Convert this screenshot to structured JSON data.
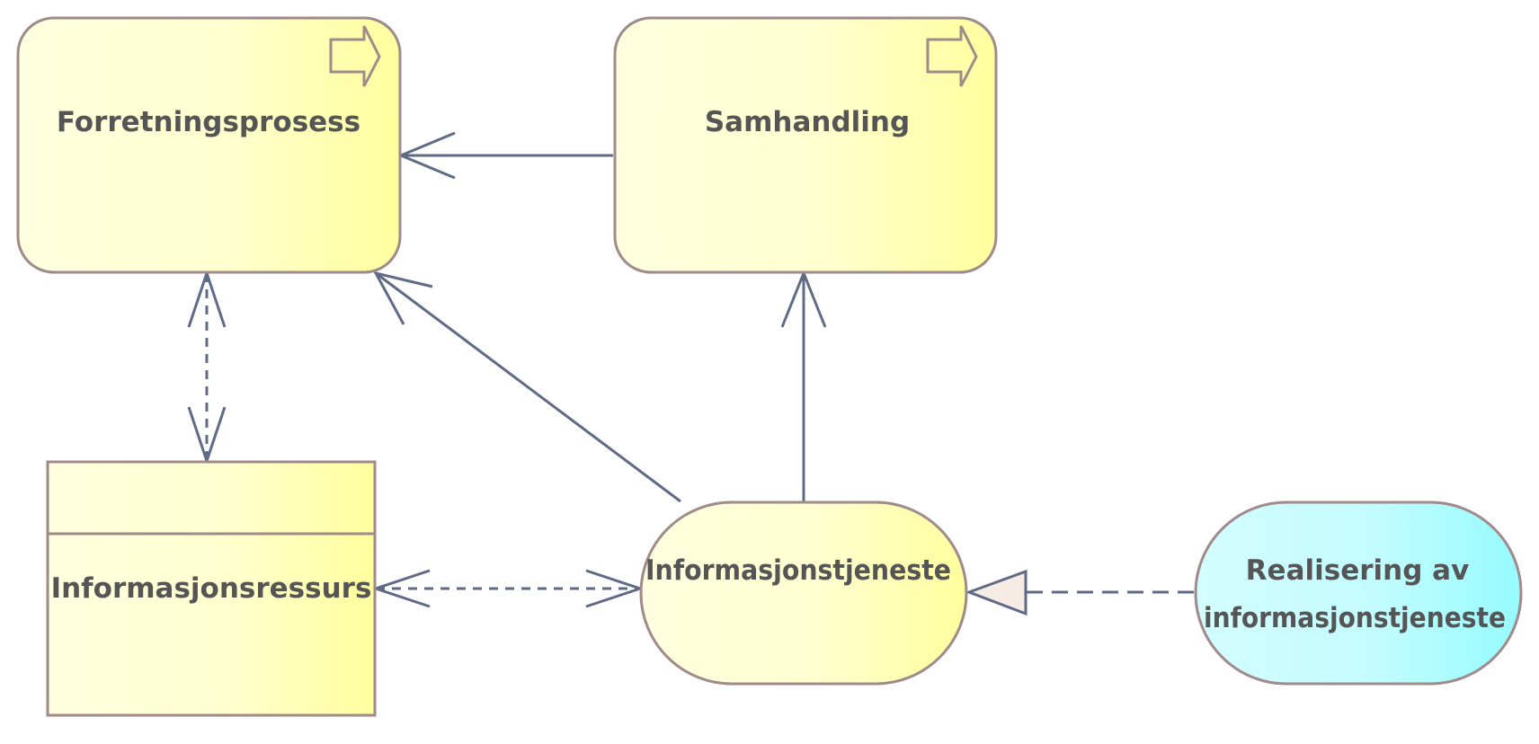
{
  "colors": {
    "business": "#ffffa8",
    "business_light": "#ffffe0",
    "application": "#9ffcff",
    "application_light": "#d0fdff",
    "outline": "#a08a8a",
    "edge": "#5f6b86",
    "text": "#555555",
    "triangle_fill": "#f7ebe6"
  },
  "nodes": {
    "forretningsprosess": {
      "label": "Forretningsprosess"
    },
    "samhandling": {
      "label": "Samhandling"
    },
    "informasjonsressurs": {
      "label": "Informasjonsressurs"
    },
    "informasjonstjeneste": {
      "label": "Informasjonstjeneste"
    },
    "realisering": {
      "label_line1": "Realisering av",
      "label_line2": "informasjonstjeneste"
    }
  },
  "edges": [
    {
      "from": "samhandling",
      "to": "forretningsprosess",
      "style": "solid",
      "arrow": "open"
    },
    {
      "from": "informasjonstjeneste",
      "to": "forretningsprosess",
      "style": "solid",
      "arrow": "open"
    },
    {
      "from": "informasjonstjeneste",
      "to": "samhandling",
      "style": "solid",
      "arrow": "open"
    },
    {
      "from": "forretningsprosess",
      "to": "informasjonsressurs",
      "style": "dashed",
      "arrow": "open-both"
    },
    {
      "from": "informasjonsressurs",
      "to": "informasjonstjeneste",
      "style": "dashed",
      "arrow": "open-both"
    },
    {
      "from": "realisering",
      "to": "informasjonstjeneste",
      "style": "dashed",
      "arrow": "hollow-triangle"
    }
  ]
}
